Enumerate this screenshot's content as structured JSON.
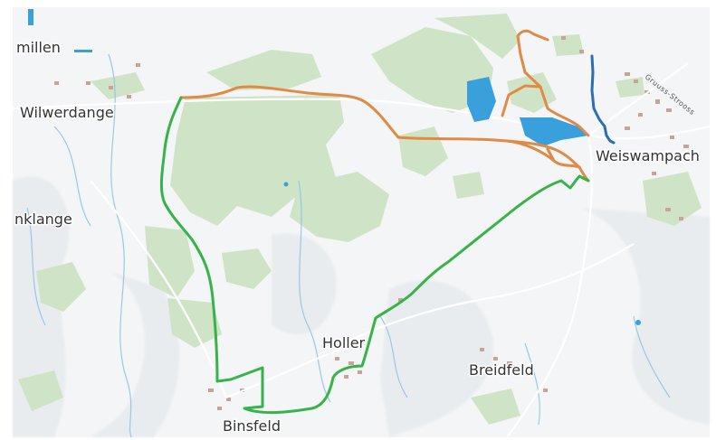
{
  "places": {
    "millen": "millen",
    "wilwerdange": "Wilwerdange",
    "nklange": "nklange",
    "holler": "Holler",
    "binsfeld": "Binsfeld",
    "breidfeld": "Breidfeld",
    "weiswampach": "Weiswampach"
  },
  "streets": {
    "gruuss_strooss": "Gruuss-Strooss"
  },
  "colors": {
    "background": "#f3f5f6",
    "forest": "#cfe4c6",
    "water": "#3aa0dc",
    "stream": "#8fc4e8",
    "route_orange": "#e08a45",
    "route_green": "#37b34a",
    "route_blue": "#2e6db5"
  }
}
